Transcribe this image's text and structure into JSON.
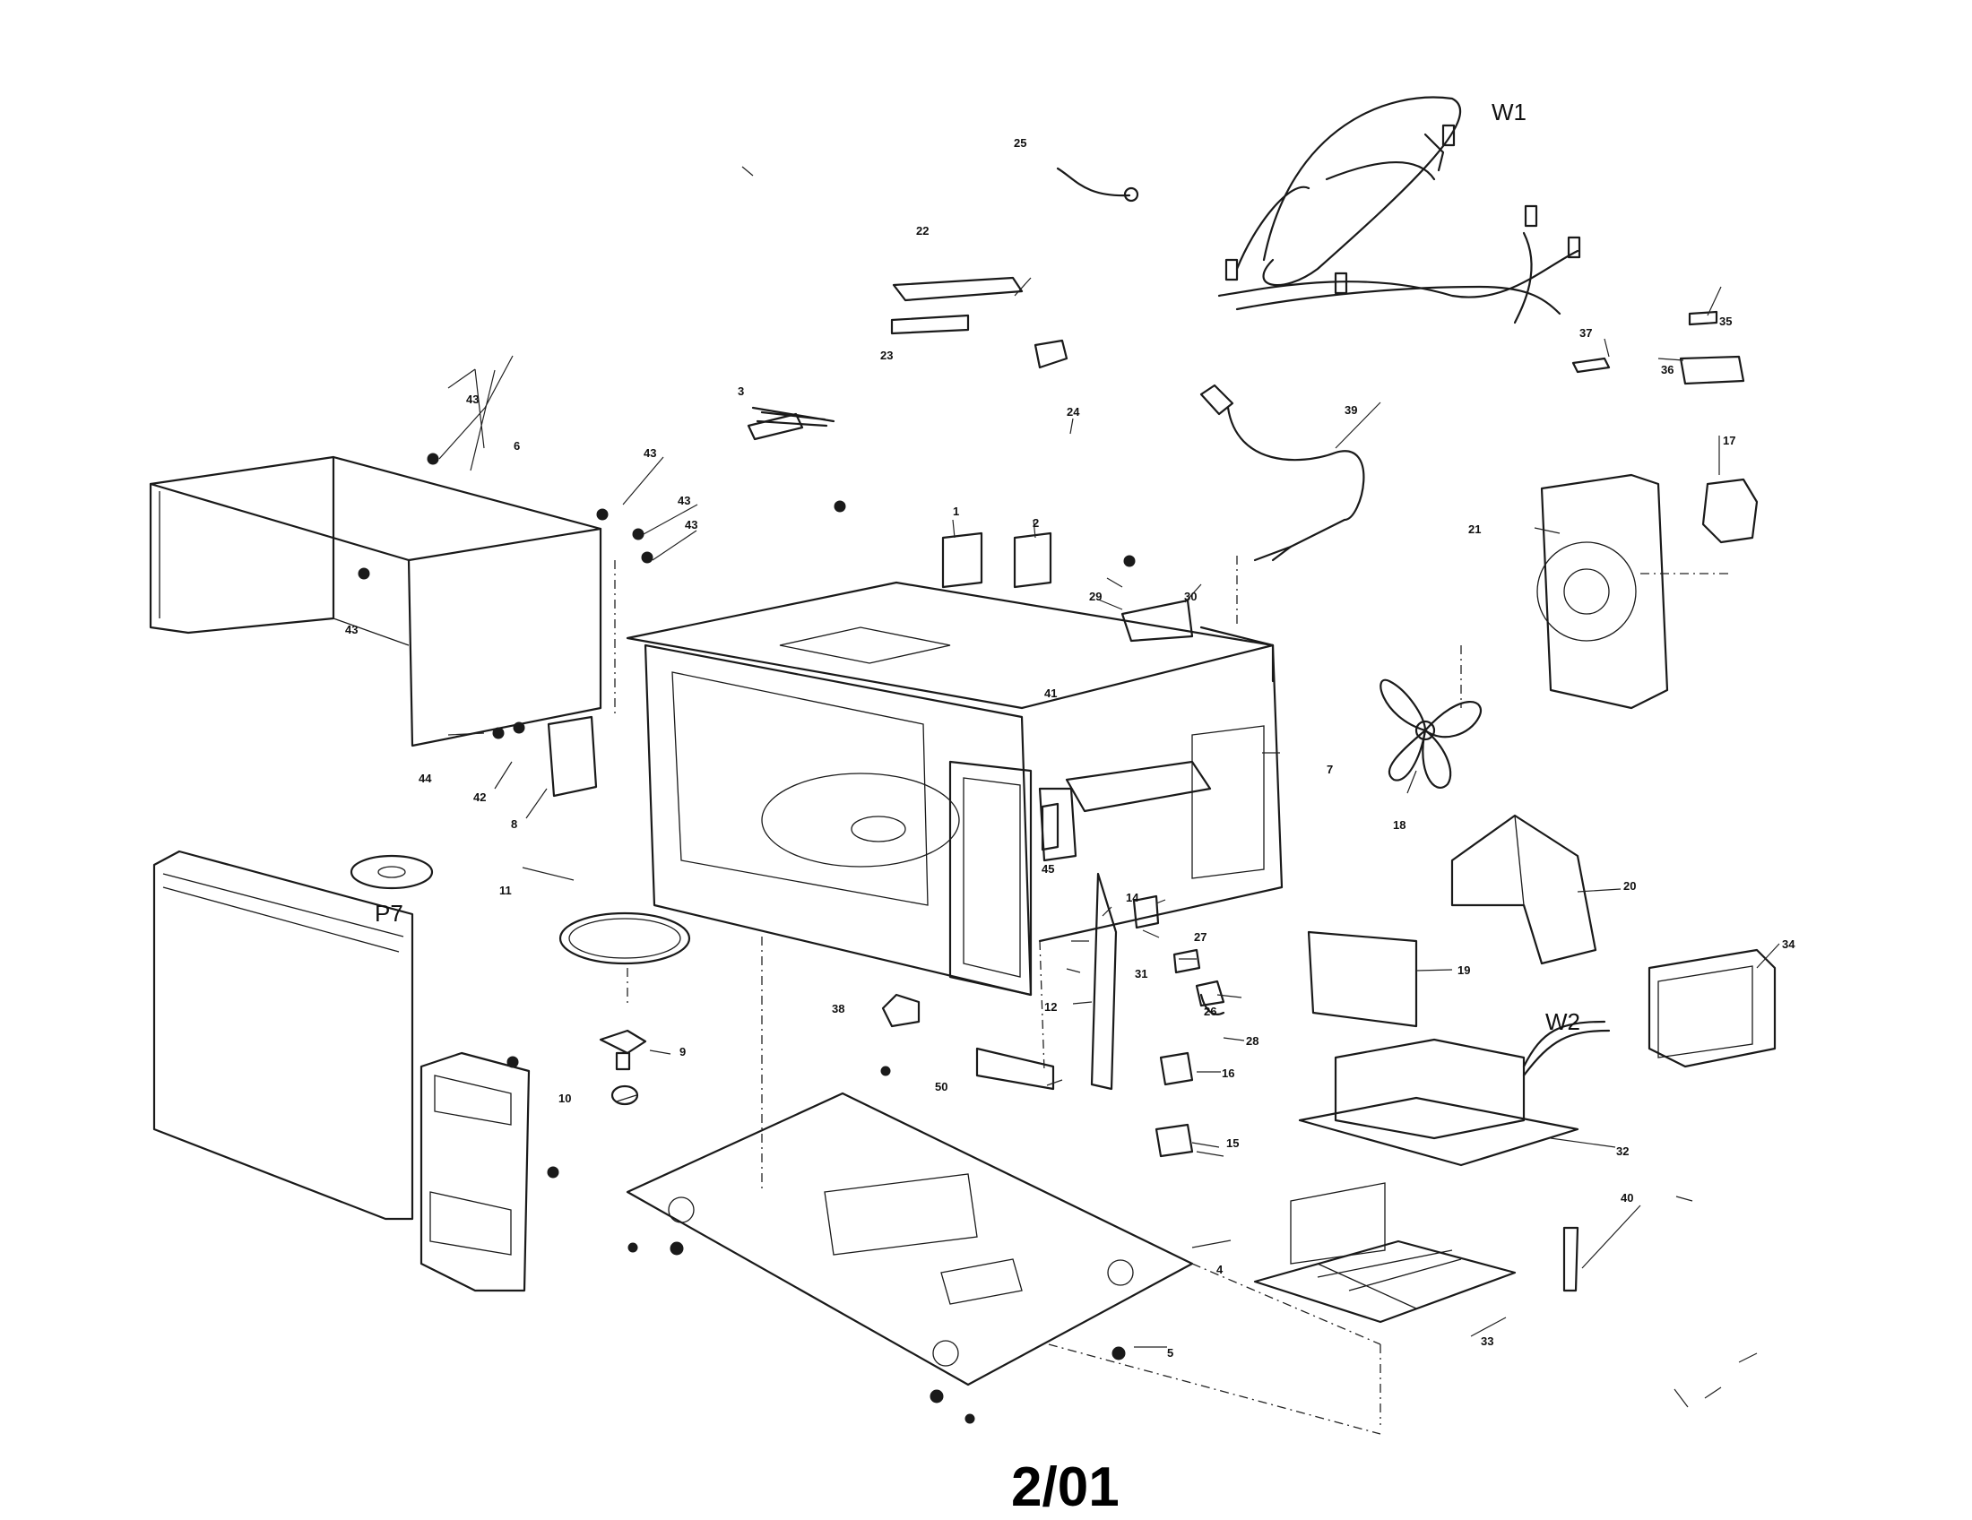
{
  "diagram": {
    "footer": "2/01",
    "assembly_labels": {
      "w1": "W1",
      "w2": "W2",
      "p7": "P7"
    },
    "part_numbers": {
      "p1": "1",
      "p2": "2",
      "p3": "3",
      "p4": "4",
      "p5": "5",
      "p6": "6",
      "p7": "7",
      "p8": "8",
      "p9": "9",
      "p10": "10",
      "p11": "11",
      "p12": "12",
      "p14": "14",
      "p15": "15",
      "p16": "16",
      "p17": "17",
      "p18": "18",
      "p19": "19",
      "p20": "20",
      "p21": "21",
      "p22": "22",
      "p23": "23",
      "p24": "24",
      "p25": "25",
      "p26": "26",
      "p27": "27",
      "p28": "28",
      "p29": "29",
      "p30": "30",
      "p31": "31",
      "p32": "32",
      "p33": "33",
      "p34": "34",
      "p35": "35",
      "p36": "36",
      "p37": "37",
      "p38": "38",
      "p39": "39",
      "p40": "40",
      "p41": "41",
      "p42": "42",
      "p43": "43",
      "p44": "44",
      "p45": "45",
      "p50": "50"
    }
  }
}
